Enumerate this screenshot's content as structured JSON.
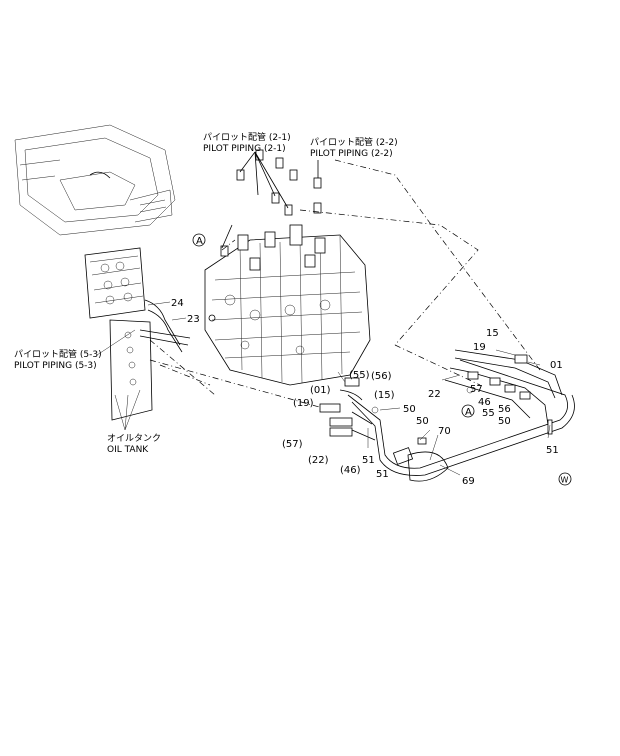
{
  "labels": {
    "pilot_2_1_jp": "パイロット配管 (2-1)",
    "pilot_2_1_en": "PILOT PIPING (2-1)",
    "pilot_2_2_jp": "パイロット配管 (2-2)",
    "pilot_2_2_en": "PILOT PIPING (2-2)",
    "pilot_5_3_jp": "パイロット配管 (5-3)",
    "pilot_5_3_en": "PILOT PIPING (5-3)",
    "oil_tank_jp": "オイルタンク",
    "oil_tank_en": "OIL TANK",
    "marker_a": "A",
    "marker_w": "W"
  },
  "callouts": {
    "n24": "24",
    "n23": "23",
    "n15": "15",
    "n19": "19",
    "n01": "01",
    "n22": "22",
    "n57": "57",
    "n46": "46",
    "n55": "55",
    "n56": "56",
    "n50a": "50",
    "n50b": "50",
    "n50c": "50",
    "n51a": "51",
    "n51b": "51",
    "n51c": "51",
    "n70": "70",
    "n69": "69",
    "p55": "(55)",
    "p56": "(56)",
    "p01": "(01)",
    "p15": "(15)",
    "p19": "(19)",
    "p57": "(57)",
    "p22": "(22)",
    "p46": "(46)"
  }
}
